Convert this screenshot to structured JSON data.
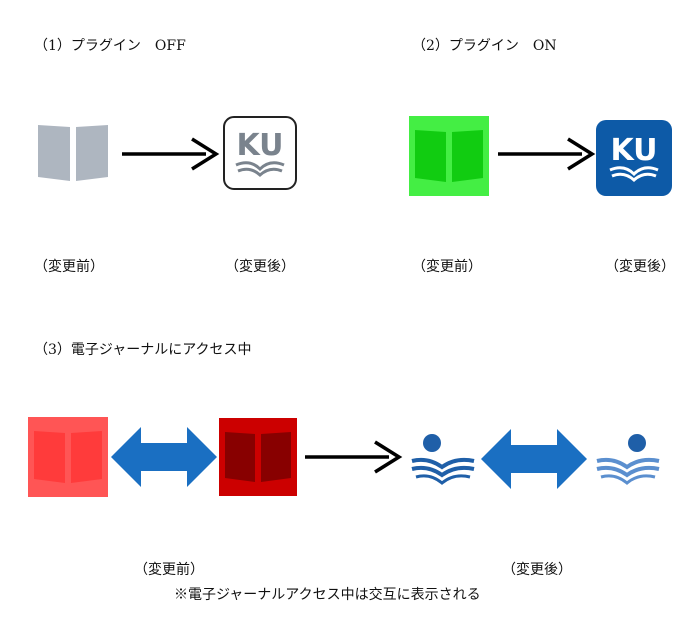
{
  "sections": {
    "plugin_off": {
      "heading": "（1）プラグイン　OFF",
      "before_label": "（変更前）",
      "after_label": "（変更後）",
      "before_icon": "book-icon",
      "before_color": "#aeb6c0",
      "after_icon": "ku-logo-icon",
      "after_color": "#7a838d"
    },
    "plugin_on": {
      "heading": "（2）プラグイン　ON",
      "before_label": "（変更前）",
      "after_label": "（変更後）",
      "before_icon": "book-icon",
      "before_bg": "#44ee44",
      "before_color": "#11cc11",
      "after_icon": "ku-logo-icon",
      "after_color": "#0d5aa7"
    },
    "ejournal": {
      "heading": "（3）電子ジャーナルにアクセス中",
      "before_label": "（変更前）",
      "after_label": "（変更後）",
      "note": "※電子ジャーナルアクセス中は交互に表示される",
      "before_icons": [
        "book-icon",
        "book-icon"
      ],
      "before_colors": [
        "#ff5555",
        "#cc0000"
      ],
      "after_icons": [
        "reader-icon",
        "reader-icon"
      ],
      "after_colors": [
        "#1f5fa8",
        "#5b8fcf"
      ],
      "alternate_arrow_color": "#1a6fc2"
    }
  },
  "logo": {
    "text": "KU"
  }
}
